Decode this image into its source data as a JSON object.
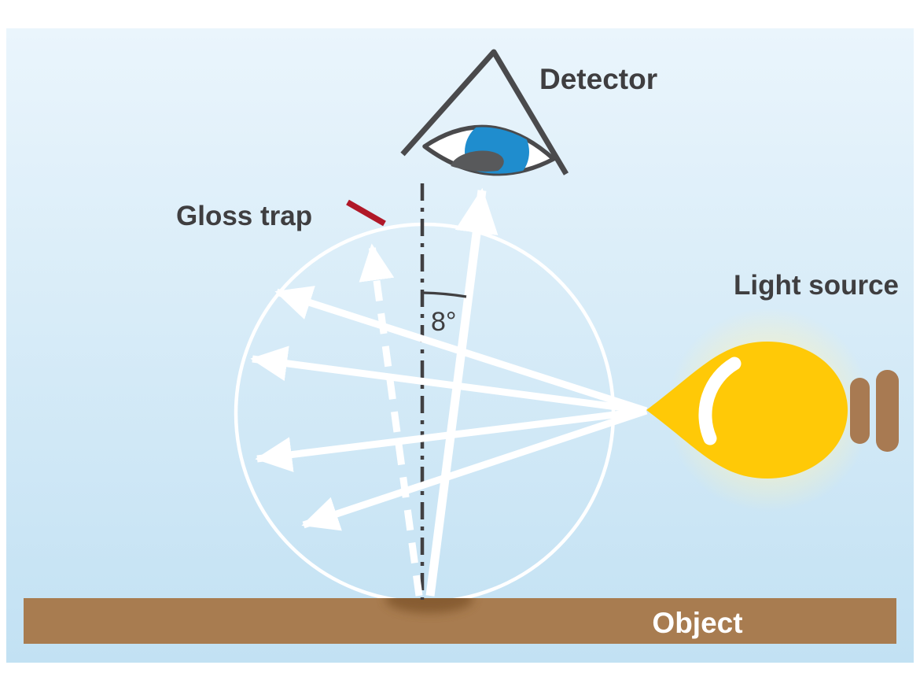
{
  "labels": {
    "detector": "Detector",
    "gloss_trap": "Gloss trap",
    "light_source": "Light source",
    "angle": "8°",
    "object": "Object"
  },
  "colors": {
    "background_top": "#eaf5fc",
    "background_bottom": "#c2e1f3",
    "label_text": "#3f3e40",
    "object_bar": "#a87c50",
    "object_bar_shadow": "#7f5429",
    "object_text": "#ffffff",
    "ray": "#ffffff",
    "sphere_outline": "#ffffff",
    "normal_line": "#414042",
    "gloss_trap_mark": "#b01828",
    "bulb_yellow": "#ffc907",
    "bulb_glow": "#fff3b8",
    "bulb_base_brown": "#a87a52",
    "eye_outline": "#4a4a4c",
    "eye_iris_blue": "#1f8dce",
    "eye_pupil": "#58595b"
  }
}
